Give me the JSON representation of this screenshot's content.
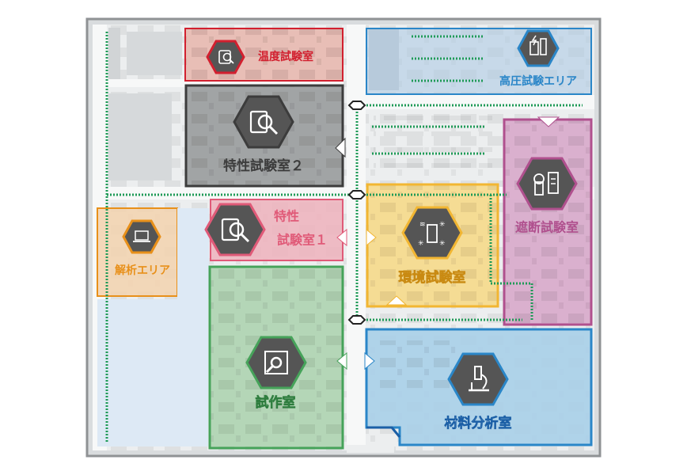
{
  "rooms": {
    "temperature": {
      "label": "温度試験室",
      "color": "#d2202f"
    },
    "high_voltage": {
      "label": "高圧試験エリア",
      "color": "#2a86c8"
    },
    "characteristics_2": {
      "label": "特性試験室２",
      "color": "#3c3c3c"
    },
    "characteristics_1": {
      "label_line1": "特性",
      "label_line2": "試験室１",
      "color": "#e05a78"
    },
    "interruption": {
      "label": "遮断試験室",
      "color": "#b0508e"
    },
    "analysis": {
      "label": "解析エリア",
      "color": "#e8901a"
    },
    "environment": {
      "label": "環境試験室",
      "color": "#f2b632"
    },
    "prototype": {
      "label": "試作室",
      "color": "#46a35a"
    },
    "materials": {
      "label": "材料分析室",
      "color": "#2a86c8"
    }
  },
  "icons": {
    "temperature": "thermometer-chamber-icon",
    "high_voltage": "high-voltage-equipment-icon",
    "characteristics_2": "inspection-magnifier-icon",
    "characteristics_1": "inspection-magnifier-icon",
    "interruption": "circuit-breaker-icon",
    "analysis": "laptop-icon",
    "environment": "climate-chamber-icon",
    "prototype": "prototype-tool-icon",
    "materials": "microscope-icon"
  },
  "route_color": "#1f9a57"
}
